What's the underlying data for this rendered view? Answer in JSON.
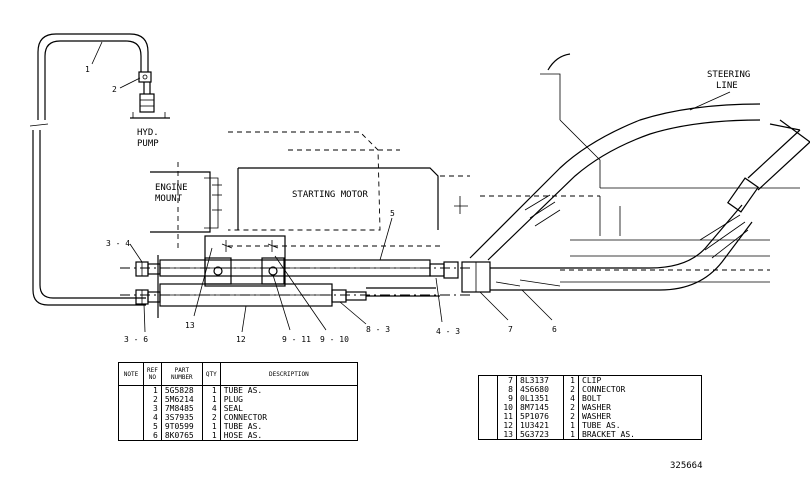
{
  "labels": {
    "hyd_pump": [
      "HYD.",
      "PUMP"
    ],
    "engine_mount": [
      "ENGINE",
      "MOUNT"
    ],
    "starting_motor": "STARTING MOTOR",
    "steering_line": [
      "STEERING",
      "LINE"
    ]
  },
  "callouts": {
    "c1": "1",
    "c2": "2",
    "c3_4": "3 - 4",
    "c3_6": "3 - 6",
    "c5": "5",
    "c13": "13",
    "c12": "12",
    "c9_11": "9 - 11",
    "c9_10": "9 - 10",
    "c8_3": "8 - 3",
    "c4_3": "4 - 3",
    "c7": "7",
    "c6": "6"
  },
  "table_a": {
    "headers": [
      "NOTE",
      "REF NO",
      "PART NUMBER",
      "QTY",
      "DESCRIPTION"
    ],
    "rows": [
      {
        "ref": "1",
        "part": "5G5828",
        "qty": "1",
        "desc": "TUBE AS."
      },
      {
        "ref": "2",
        "part": "5M6214",
        "qty": "1",
        "desc": "PLUG"
      },
      {
        "ref": "3",
        "part": "7M8485",
        "qty": "4",
        "desc": "SEAL"
      },
      {
        "ref": "4",
        "part": "3S7935",
        "qty": "2",
        "desc": "CONNECTOR"
      },
      {
        "ref": "5",
        "part": "9T0599",
        "qty": "1",
        "desc": "TUBE AS."
      },
      {
        "ref": "6",
        "part": "8K0765",
        "qty": "1",
        "desc": "HOSE AS."
      }
    ]
  },
  "table_b": {
    "rows": [
      {
        "ref": "7",
        "part": "8L3137",
        "qty": "1",
        "desc": "CLIP"
      },
      {
        "ref": "8",
        "part": "4S6680",
        "qty": "2",
        "desc": "CONNECTOR"
      },
      {
        "ref": "9",
        "part": "0L1351",
        "qty": "4",
        "desc": "BOLT"
      },
      {
        "ref": "10",
        "part": "8M7145",
        "qty": "2",
        "desc": "WASHER"
      },
      {
        "ref": "11",
        "part": "5P1076",
        "qty": "2",
        "desc": "WASHER"
      },
      {
        "ref": "12",
        "part": "1U3421",
        "qty": "1",
        "desc": "TUBE AS."
      },
      {
        "ref": "13",
        "part": "5G3723",
        "qty": "1",
        "desc": "BRACKET AS."
      }
    ]
  },
  "drawing_number": "325664"
}
